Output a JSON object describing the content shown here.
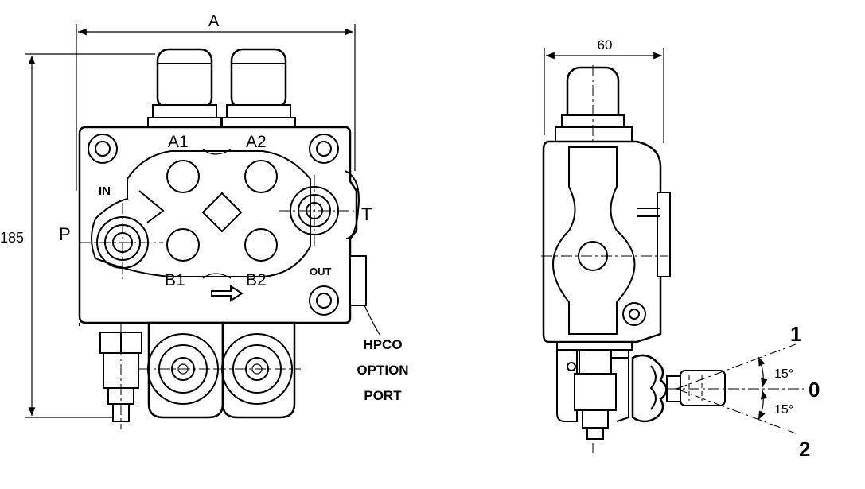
{
  "front_view": {
    "dim_width": "A",
    "dim_height": "185",
    "port_a1": "A1",
    "port_a2": "A2",
    "port_b1": "B1",
    "port_b2": "B2",
    "port_p": "P",
    "port_t": "T",
    "in_label": "IN",
    "out_label": "OUT",
    "hpco_line1": "HPCO",
    "hpco_line2": "OPTION",
    "hpco_line3": "PORT"
  },
  "side_view": {
    "dim_depth": "60",
    "pos_1": "1",
    "pos_0": "0",
    "pos_2": "2",
    "angle_up": "15°",
    "angle_down": "15°"
  }
}
